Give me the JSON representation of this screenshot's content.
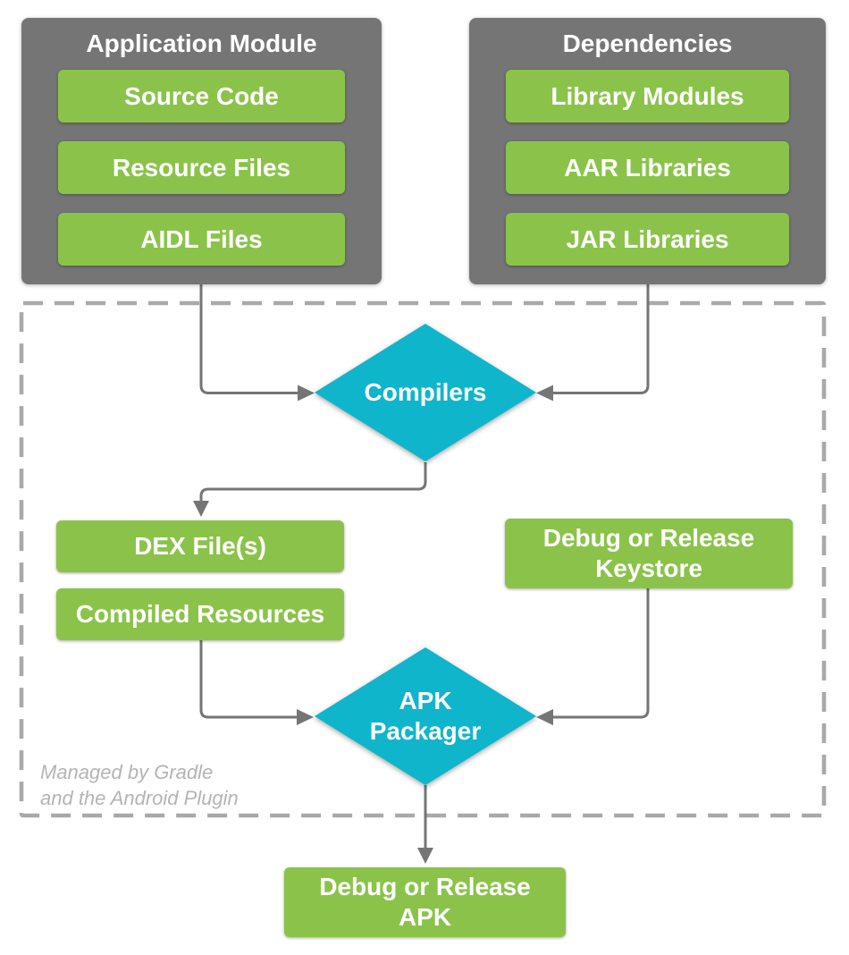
{
  "colors": {
    "green": "#8BC34A",
    "gray": "#757575",
    "cyan": "#0FB5CB",
    "line": "#757575",
    "dash": "#A9A9A9",
    "note": "#B4B4B4",
    "text": "#FFFFFF"
  },
  "diagram": {
    "application_module": {
      "title": "Application Module",
      "items": [
        "Source Code",
        "Resource Files",
        "AIDL Files"
      ]
    },
    "dependencies": {
      "title": "Dependencies",
      "items": [
        "Library Modules",
        "AAR Libraries",
        "JAR Libraries"
      ]
    },
    "nodes": {
      "compilers": "Compilers",
      "apk_packager": "APK Packager",
      "dex_files": "DEX File(s)",
      "compiled_resources": "Compiled Resources",
      "keystore": "Debug or Release Keystore",
      "output_apk": "Debug or Release APK"
    },
    "note_line1": "Managed by Gradle",
    "note_line2": "and the Android Plugin"
  }
}
